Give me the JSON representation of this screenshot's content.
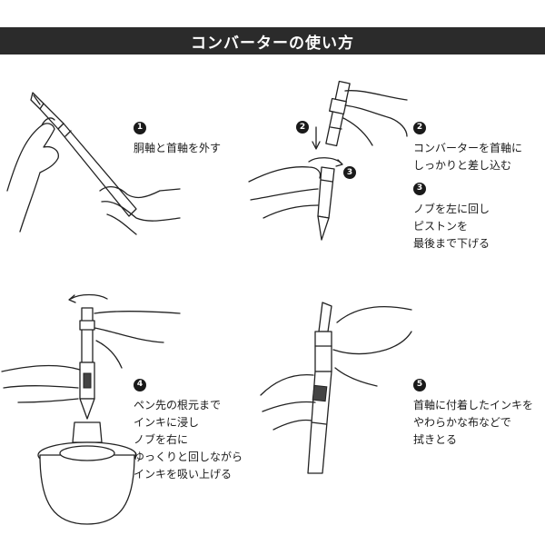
{
  "header": {
    "title": "コンバーターの使い方"
  },
  "steps": [
    {
      "num": "1",
      "lines": [
        "胴軸と首軸を外す"
      ]
    },
    {
      "num": "2",
      "lines": [
        "コンバーターを首軸に",
        "しっかりと差し込む"
      ]
    },
    {
      "num": "3",
      "lines": [
        "ノブを左に回し",
        "ピストンを",
        "最後まで下げる"
      ]
    },
    {
      "num": "4",
      "lines": [
        "ペン先の根元まで",
        "インキに浸し",
        "ノブを右に",
        "ゆっくりと回しながら",
        "インキを吸い上げる"
      ]
    },
    {
      "num": "5",
      "lines": [
        "首軸に付着したインキを",
        "やわらかな布などで",
        "拭きとる"
      ]
    }
  ],
  "illustration_badges": {
    "b2": "2",
    "b3": "3"
  },
  "colors": {
    "title_bar": "#2b2b2b",
    "title_text": "#ffffff",
    "ink": "#1a1a1a"
  }
}
